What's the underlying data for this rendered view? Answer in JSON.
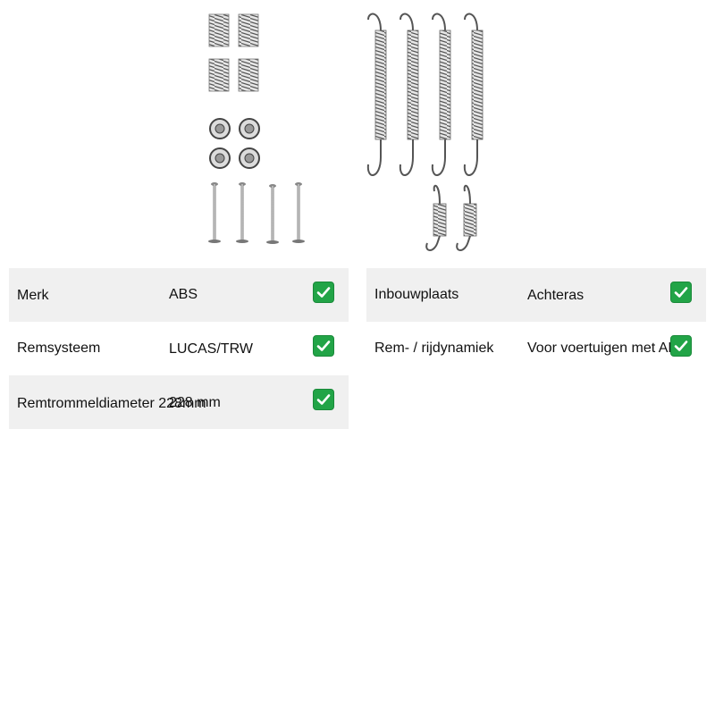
{
  "product": {
    "image_icon": "brake-spring-kit-icon"
  },
  "specs_left": [
    {
      "label": "Merk",
      "value": "ABS",
      "status_icon": "check-mark-icon"
    },
    {
      "label": "Remsysteem",
      "value": "LUCAS/TRW",
      "status_icon": "check-mark-icon"
    },
    {
      "label": "Remtrommeldiameter 228mm",
      "value": "228 mm",
      "status_icon": "check-mark-icon"
    }
  ],
  "specs_right": [
    {
      "label": "Inbouwplaats",
      "value": "Achteras",
      "status_icon": "check-mark-icon"
    },
    {
      "label": "Rem- / rijdynamiek",
      "value": "Voor voertuigen met ABS",
      "status_icon": "check-mark-icon"
    }
  ],
  "colors": {
    "check_green": "#22a447",
    "row_shade": "#f0f0f0"
  }
}
